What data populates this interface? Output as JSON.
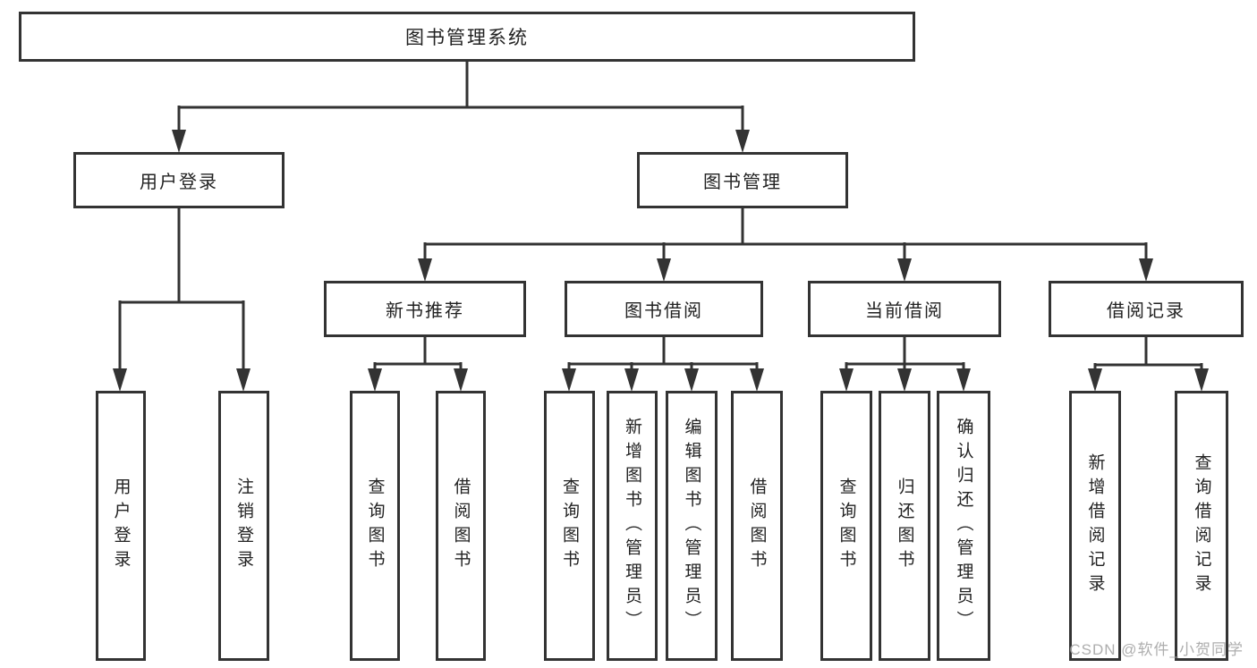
{
  "diagram": {
    "type": "feature-tree",
    "watermark": "CSDN @软件_小贺同学",
    "colors": {
      "line": "#333333",
      "box_border": "#333333",
      "box_fill": "#ffffff",
      "text": "#222222",
      "watermark": "#a5a5a5"
    },
    "tree": {
      "label": "图书管理系统",
      "children": [
        {
          "label": "用户登录",
          "children": [
            {
              "label": "用户登录"
            },
            {
              "label": "注销登录"
            }
          ]
        },
        {
          "label": "图书管理",
          "children": [
            {
              "label": "新书推荐",
              "children": [
                {
                  "label": "查询图书"
                },
                {
                  "label": "借阅图书"
                }
              ]
            },
            {
              "label": "图书借阅",
              "children": [
                {
                  "label": "查询图书"
                },
                {
                  "label": "新增图书（管理员）"
                },
                {
                  "label": "编辑图书（管理员）"
                },
                {
                  "label": "借阅图书"
                }
              ]
            },
            {
              "label": "当前借阅",
              "children": [
                {
                  "label": "查询图书"
                },
                {
                  "label": "归还图书"
                },
                {
                  "label": "确认归还（管理员）"
                }
              ]
            },
            {
              "label": "借阅记录",
              "children": [
                {
                  "label": "新增借阅记录"
                },
                {
                  "label": "查询借阅记录"
                }
              ]
            }
          ]
        }
      ]
    }
  }
}
